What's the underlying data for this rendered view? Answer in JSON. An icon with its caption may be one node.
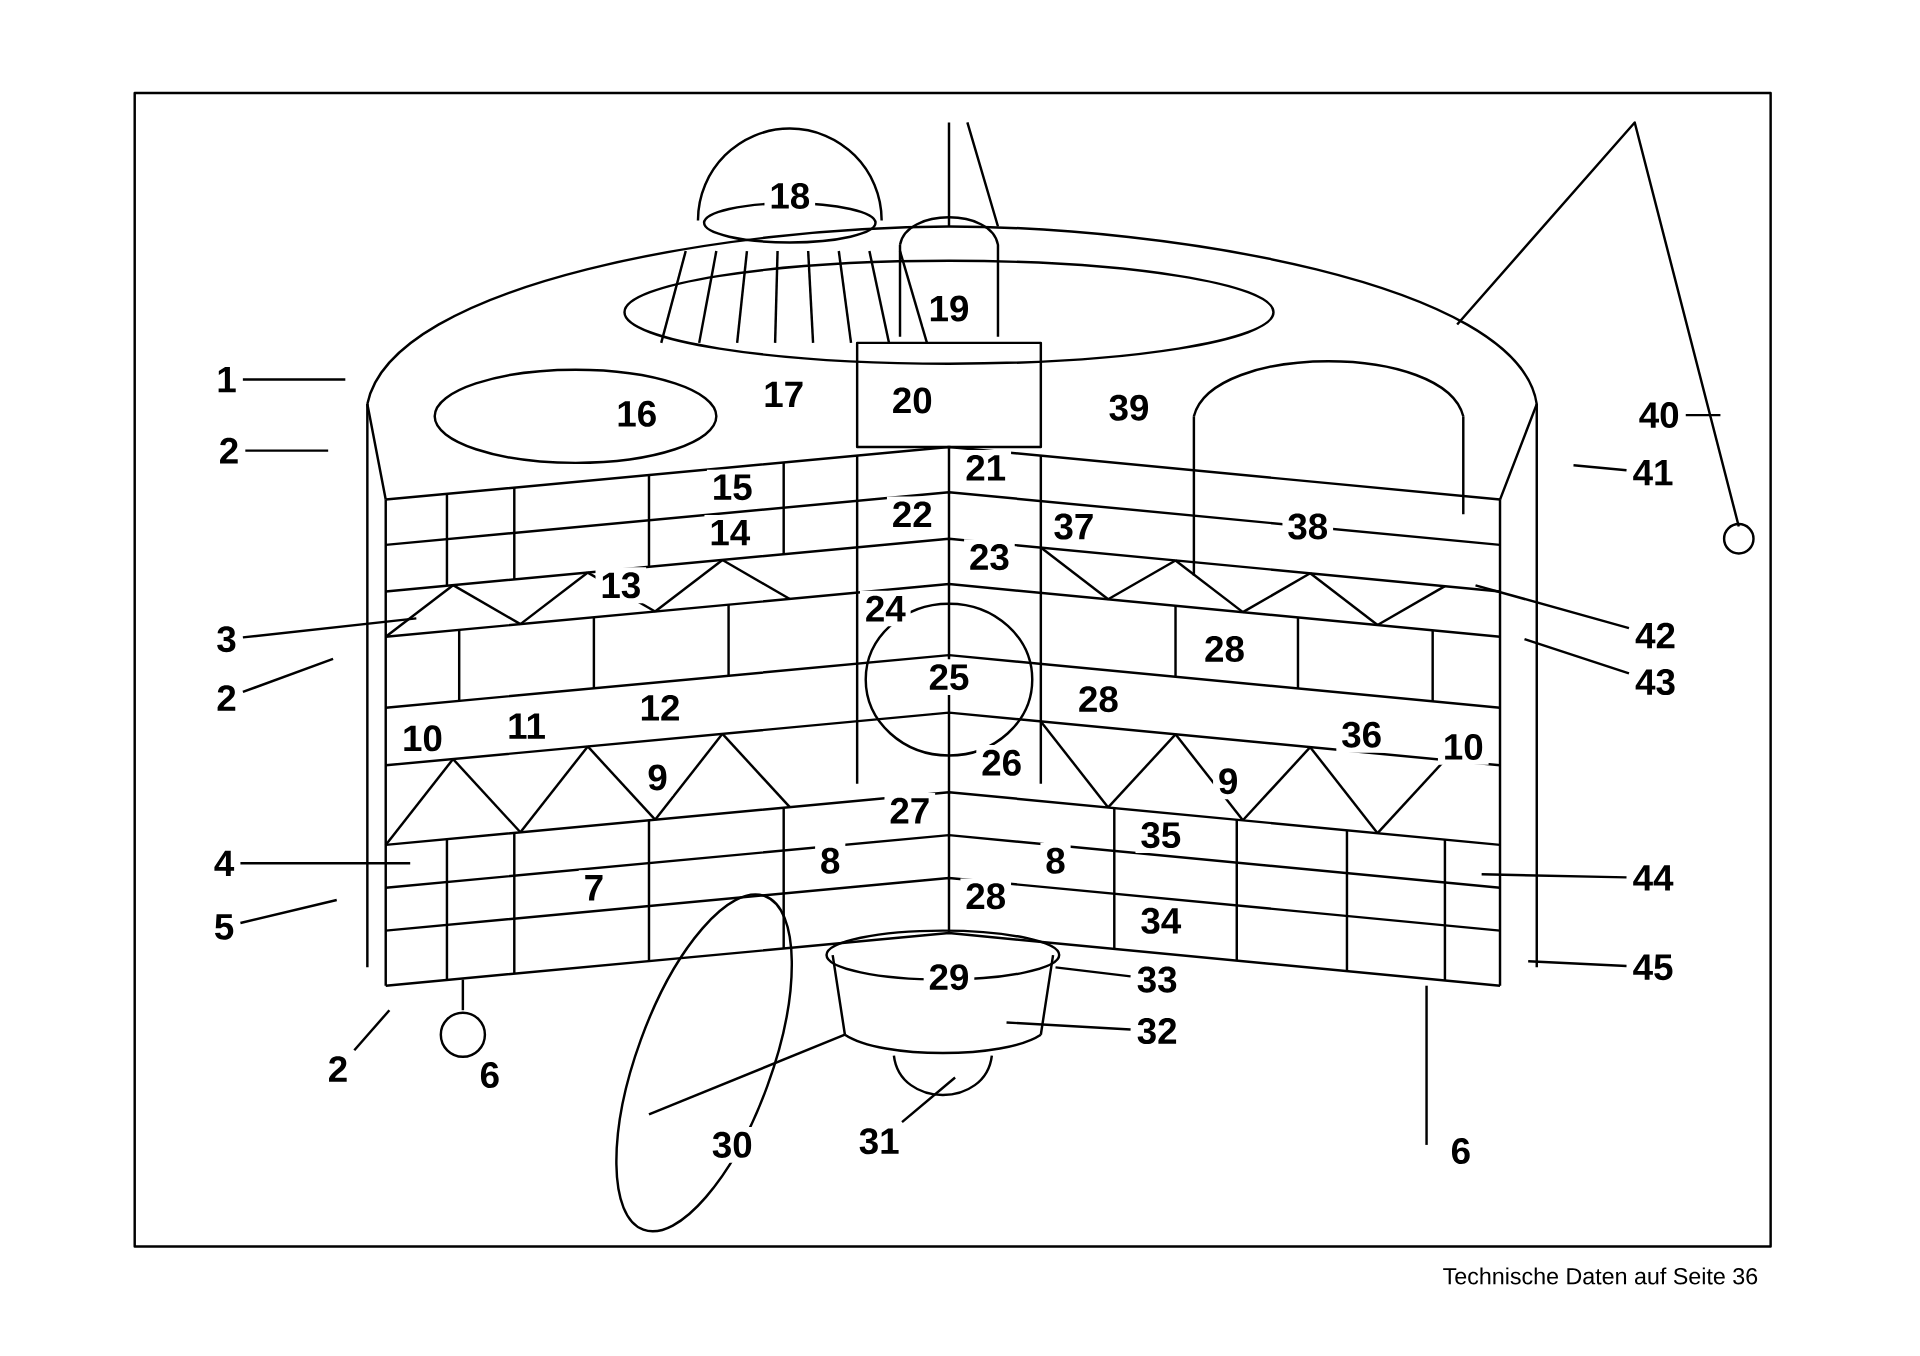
{
  "diagram": {
    "nodes": [
      {
        "text": [
          "1"
        ]
      },
      {
        "text": [
          "2"
        ]
      },
      {
        "text": [
          "3"
        ]
      },
      {
        "text": [
          "2"
        ]
      },
      {
        "text": [
          "4"
        ]
      },
      {
        "text": [
          "5"
        ]
      },
      {
        "text": [
          "2"
        ]
      },
      {
        "text": [
          "31"
        ]
      },
      {
        "text": [
          "32"
        ]
      },
      {
        "text": [
          "33"
        ]
      },
      {
        "text": [
          "45"
        ]
      },
      {
        "text": [
          "44"
        ]
      },
      {
        "text": [
          "43"
        ]
      },
      {
        "text": [
          "42"
        ]
      },
      {
        "text": [
          "41"
        ]
      },
      {
        "text": [
          "40"
        ]
      }
    ],
    "edges": [
      {
        "from": 0,
        "to": null,
        "arrow": "none"
      },
      {
        "from": 1,
        "to": null,
        "arrow": "none"
      },
      {
        "from": 2,
        "to": null,
        "arrow": "none"
      },
      {
        "from": 3,
        "to": null,
        "arrow": "none"
      },
      {
        "from": 4,
        "to": null,
        "arrow": "none"
      },
      {
        "from": 5,
        "to": null,
        "arrow": "none"
      },
      {
        "from": 6,
        "to": null,
        "arrow": "none"
      },
      {
        "from": 7,
        "to": null,
        "arrow": "none"
      },
      {
        "from": 8,
        "to": null,
        "arrow": "none"
      },
      {
        "from": 9,
        "to": null,
        "arrow": "none"
      },
      {
        "from": 10,
        "to": null,
        "arrow": "none"
      },
      {
        "from": 11,
        "to": null,
        "arrow": "none"
      },
      {
        "from": 12,
        "to": null,
        "arrow": "none"
      },
      {
        "from": 13,
        "to": null,
        "arrow": "none"
      },
      {
        "from": 14,
        "to": null,
        "arrow": "none"
      },
      {
        "from": 15,
        "to": null,
        "arrow": "none"
      }
    ],
    "labels": [
      "18",
      "19",
      "20",
      "17",
      "39",
      "16",
      "21",
      "15",
      "14",
      "22",
      "37",
      "38",
      "23",
      "13",
      "24",
      "28",
      "25",
      "28",
      "12",
      "11",
      "10",
      "36",
      "10",
      "26",
      "9",
      "9",
      "27",
      "35",
      "8",
      "8",
      "7",
      "28",
      "34",
      "29",
      "6",
      "30",
      "6",
      "Technische Daten auf Seite 36"
    ]
  }
}
